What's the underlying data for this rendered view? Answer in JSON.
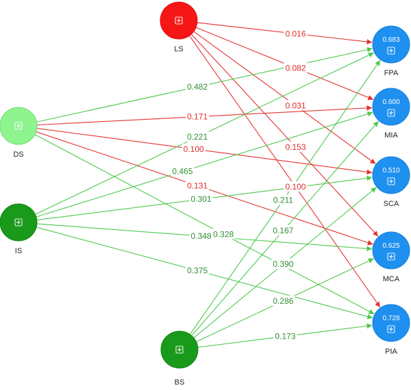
{
  "colors": {
    "positive_edge": "#4cc94c",
    "negative_edge": "#e53030",
    "positive_label": "#2f8f2f",
    "negative_label": "#e02a2a",
    "endogenous_node": "#1e90f0"
  },
  "nodes": [
    {
      "id": "LS",
      "label": "LS",
      "type": "exogenous",
      "color": "#f51616",
      "value": null
    },
    {
      "id": "DS",
      "label": "DS",
      "type": "exogenous",
      "color": "#8ef58e",
      "value": null
    },
    {
      "id": "IS",
      "label": "IS",
      "type": "exogenous",
      "color": "#1a9a1a",
      "value": null
    },
    {
      "id": "BS",
      "label": "BS",
      "type": "exogenous",
      "color": "#1a9a1a",
      "value": null
    },
    {
      "id": "FPA",
      "label": "FPA",
      "type": "endogenous",
      "color": "#1e90f0",
      "value": "0.683"
    },
    {
      "id": "MIA",
      "label": "MIA",
      "type": "endogenous",
      "color": "#1e90f0",
      "value": "0.600"
    },
    {
      "id": "SCA",
      "label": "SCA",
      "type": "endogenous",
      "color": "#1e90f0",
      "value": "0.510"
    },
    {
      "id": "MCA",
      "label": "MCA",
      "type": "endogenous",
      "color": "#1e90f0",
      "value": "0.625"
    },
    {
      "id": "PIA",
      "label": "PIA",
      "type": "endogenous",
      "color": "#1e90f0",
      "value": "0.728"
    }
  ],
  "edges": [
    {
      "from": "LS",
      "to": "FPA",
      "weight": "0.016",
      "sign": "negative"
    },
    {
      "from": "LS",
      "to": "MIA",
      "weight": "0.082",
      "sign": "negative"
    },
    {
      "from": "LS",
      "to": "SCA",
      "weight": "0.031",
      "sign": "negative"
    },
    {
      "from": "LS",
      "to": "MCA",
      "weight": "0.153",
      "sign": "negative"
    },
    {
      "from": "LS",
      "to": "PIA",
      "weight": "0.100",
      "sign": "negative"
    },
    {
      "from": "DS",
      "to": "FPA",
      "weight": "0.482",
      "sign": "positive"
    },
    {
      "from": "DS",
      "to": "MIA",
      "weight": "0.171",
      "sign": "negative"
    },
    {
      "from": "DS",
      "to": "SCA",
      "weight": "0.100",
      "sign": "negative"
    },
    {
      "from": "DS",
      "to": "MCA",
      "weight": "0.131",
      "sign": "negative"
    },
    {
      "from": "DS",
      "to": "PIA",
      "weight": "0.328",
      "sign": "positive"
    },
    {
      "from": "IS",
      "to": "FPA",
      "weight": "0.221",
      "sign": "positive"
    },
    {
      "from": "IS",
      "to": "MIA",
      "weight": "0.465",
      "sign": "positive"
    },
    {
      "from": "IS",
      "to": "SCA",
      "weight": "0.301",
      "sign": "positive"
    },
    {
      "from": "IS",
      "to": "MCA",
      "weight": "0.348",
      "sign": "positive"
    },
    {
      "from": "IS",
      "to": "PIA",
      "weight": "0.375",
      "sign": "positive"
    },
    {
      "from": "BS",
      "to": "FPA",
      "weight": "0.211",
      "sign": "positive"
    },
    {
      "from": "BS",
      "to": "MIA",
      "weight": "0.167",
      "sign": "positive"
    },
    {
      "from": "BS",
      "to": "SCA",
      "weight": "0.390",
      "sign": "positive"
    },
    {
      "from": "BS",
      "to": "MCA",
      "weight": "0.286",
      "sign": "positive"
    },
    {
      "from": "BS",
      "to": "PIA",
      "weight": "0.173",
      "sign": "positive"
    }
  ],
  "expand_icon": "plus-square-icon"
}
